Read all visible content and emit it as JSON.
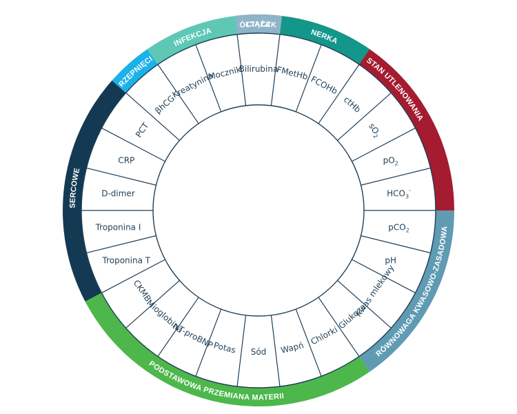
{
  "categories": [
    {
      "id": "zoltaczka",
      "label": "ŻÓŁTACZKA",
      "color": "#133a5a",
      "params": 1
    },
    {
      "id": "stan-utlenowania",
      "label": "STAN UTLENOWANIA",
      "color": "#a51c30",
      "params": 6
    },
    {
      "id": "rownowaga",
      "label": "RÓWNOWAGA KWASOWO-ZASADOWA",
      "color": "#5f9bb3",
      "params": 4
    },
    {
      "id": "podstawowa",
      "label": "PODSTAWOWA PRZEMIANA MATERII",
      "color": "#4db74c",
      "params": 7
    },
    {
      "id": "sercowe",
      "label": "SERCOWE",
      "color": "#133a52",
      "params": 5
    },
    {
      "id": "krzepniecie",
      "label": "KRZEPNIĘCIE",
      "color": "#1ab2e8",
      "params": 1
    },
    {
      "id": "infekcja",
      "label": "INFEKCJA",
      "color": "#5ec8b5",
      "params": 2
    },
    {
      "id": "ciaza",
      "label": "CIĄŻA",
      "color": "#8fb3c9",
      "params": 1
    },
    {
      "id": "nerka",
      "label": "NERKA",
      "color": "#13978a",
      "params": 2
    }
  ],
  "parameters": [
    {
      "main": "Bilirubina"
    },
    {
      "main": "FMetHb"
    },
    {
      "main": "FCOHb"
    },
    {
      "main": "ctHb"
    },
    {
      "main": "sO",
      "sub": "2"
    },
    {
      "main": "pO",
      "sub": "2"
    },
    {
      "main": "HCO",
      "sub": "3",
      "sup": "-"
    },
    {
      "main": "pCO",
      "sub": "2"
    },
    {
      "main": "pH"
    },
    {
      "main": "Kwas mlekowy"
    },
    {
      "main": "Glukoza"
    },
    {
      "main": "Chlorki"
    },
    {
      "main": "Wapń"
    },
    {
      "main": "Sód"
    },
    {
      "main": "Potas"
    },
    {
      "main": "NT-proBNP"
    },
    {
      "main": "Mioglobina"
    },
    {
      "main": "CKMB"
    },
    {
      "main": "Troponina T"
    },
    {
      "main": "Troponina I"
    },
    {
      "main": "D-dimer"
    },
    {
      "main": "CRP"
    },
    {
      "main": "PCT"
    },
    {
      "main": "βhCG"
    },
    {
      "main": "Kreatynina"
    },
    {
      "main": "Mocznik"
    }
  ],
  "colors": {
    "line": "#1f3f57",
    "text": "#1f3f57",
    "background": "#ffffff"
  }
}
